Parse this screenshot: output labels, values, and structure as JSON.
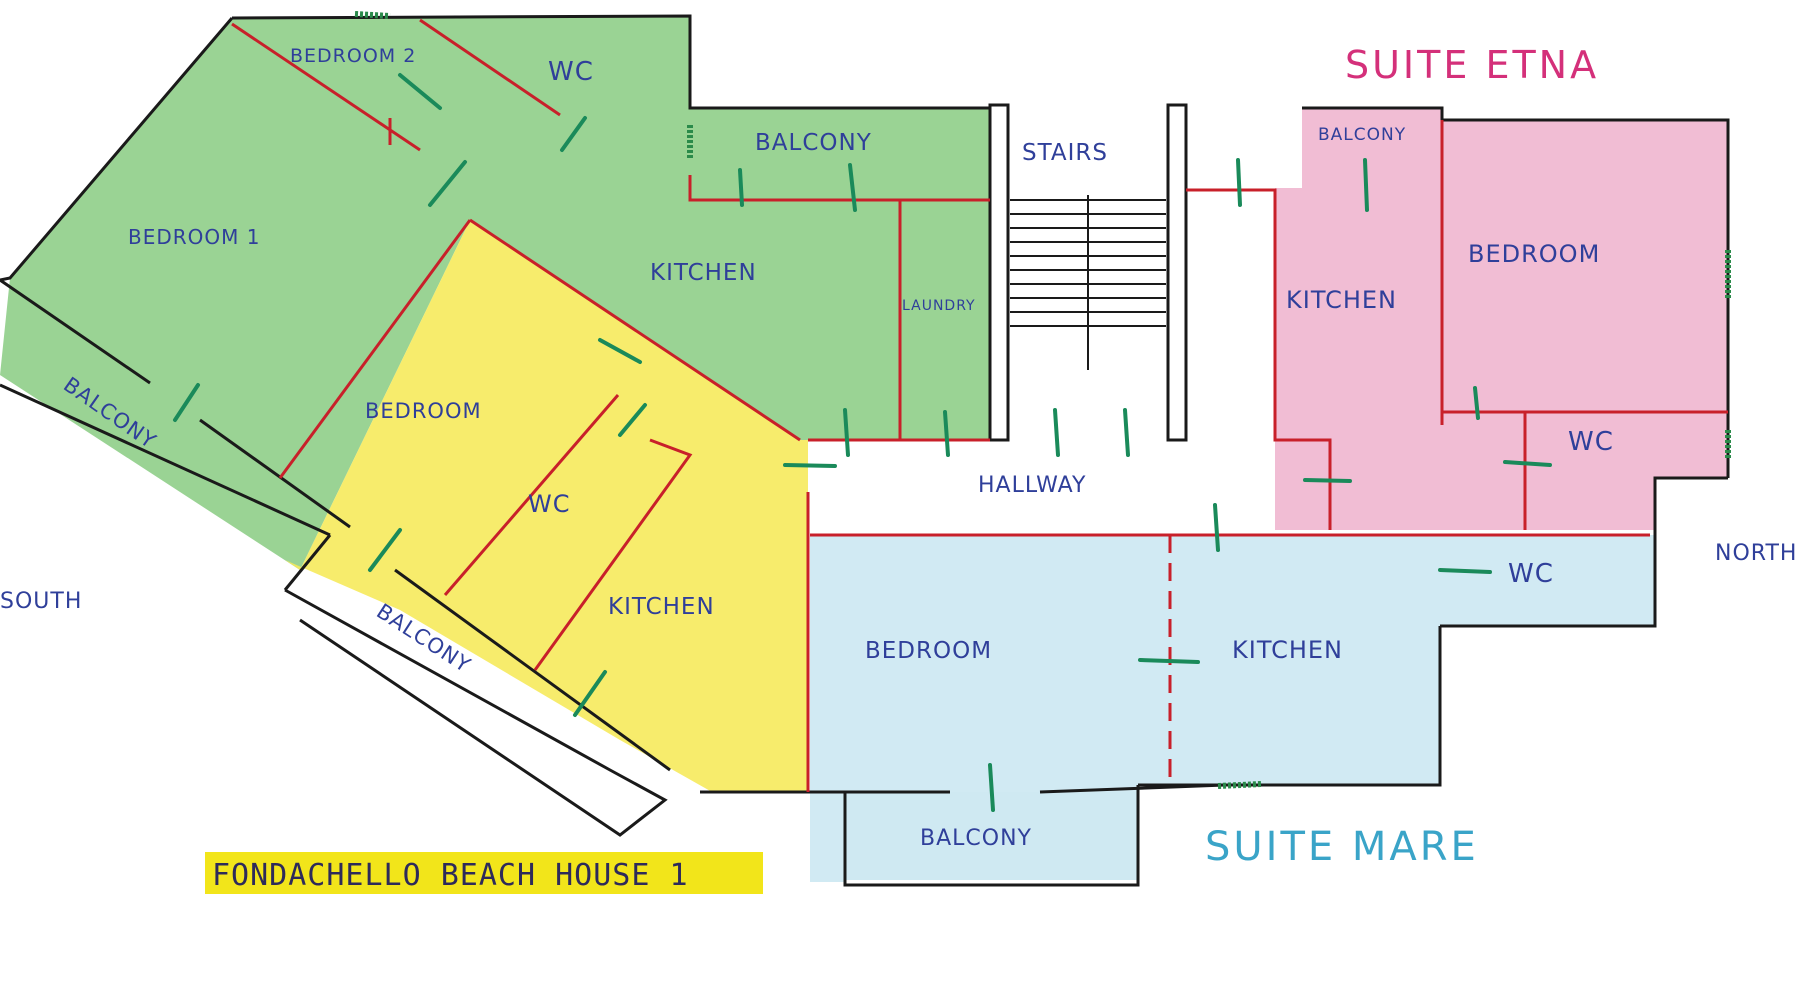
{
  "suites": {
    "etna": "SUITE  ETNA",
    "mare": "SUITE MARE"
  },
  "title": "FONDACHELLO BEACH HOUSE 1",
  "directions": {
    "south": "SOUTH",
    "north": "NORTH"
  },
  "green_unit": {
    "bedroom2": "BEDROOM 2",
    "wc": "WC",
    "balcony_top": "BALCONY",
    "bedroom1": "BEDROOM 1",
    "kitchen": "KITCHEN",
    "balcony_left": "BALCONY"
  },
  "yellow_unit": {
    "bedroom": "BEDROOM",
    "wc": "WC",
    "kitchen": "KITCHEN",
    "balcony": "BALCONY"
  },
  "common": {
    "stairs": "STAIRS",
    "laundry": "LAUNDRY",
    "hallway": "HALLWAY"
  },
  "etna_unit": {
    "balcony": "BALCONY",
    "kitchen": "KITCHEN",
    "bedroom": "BEDROOM",
    "wc": "WC"
  },
  "mare_unit": {
    "wc": "WC",
    "bedroom": "BEDROOM",
    "kitchen": "KITCHEN",
    "balcony": "BALCONY"
  },
  "colors": {
    "green": "#8fce88",
    "yellow": "#f6ea5c",
    "pink": "#efb6cf",
    "blue": "#cfe9f2"
  }
}
